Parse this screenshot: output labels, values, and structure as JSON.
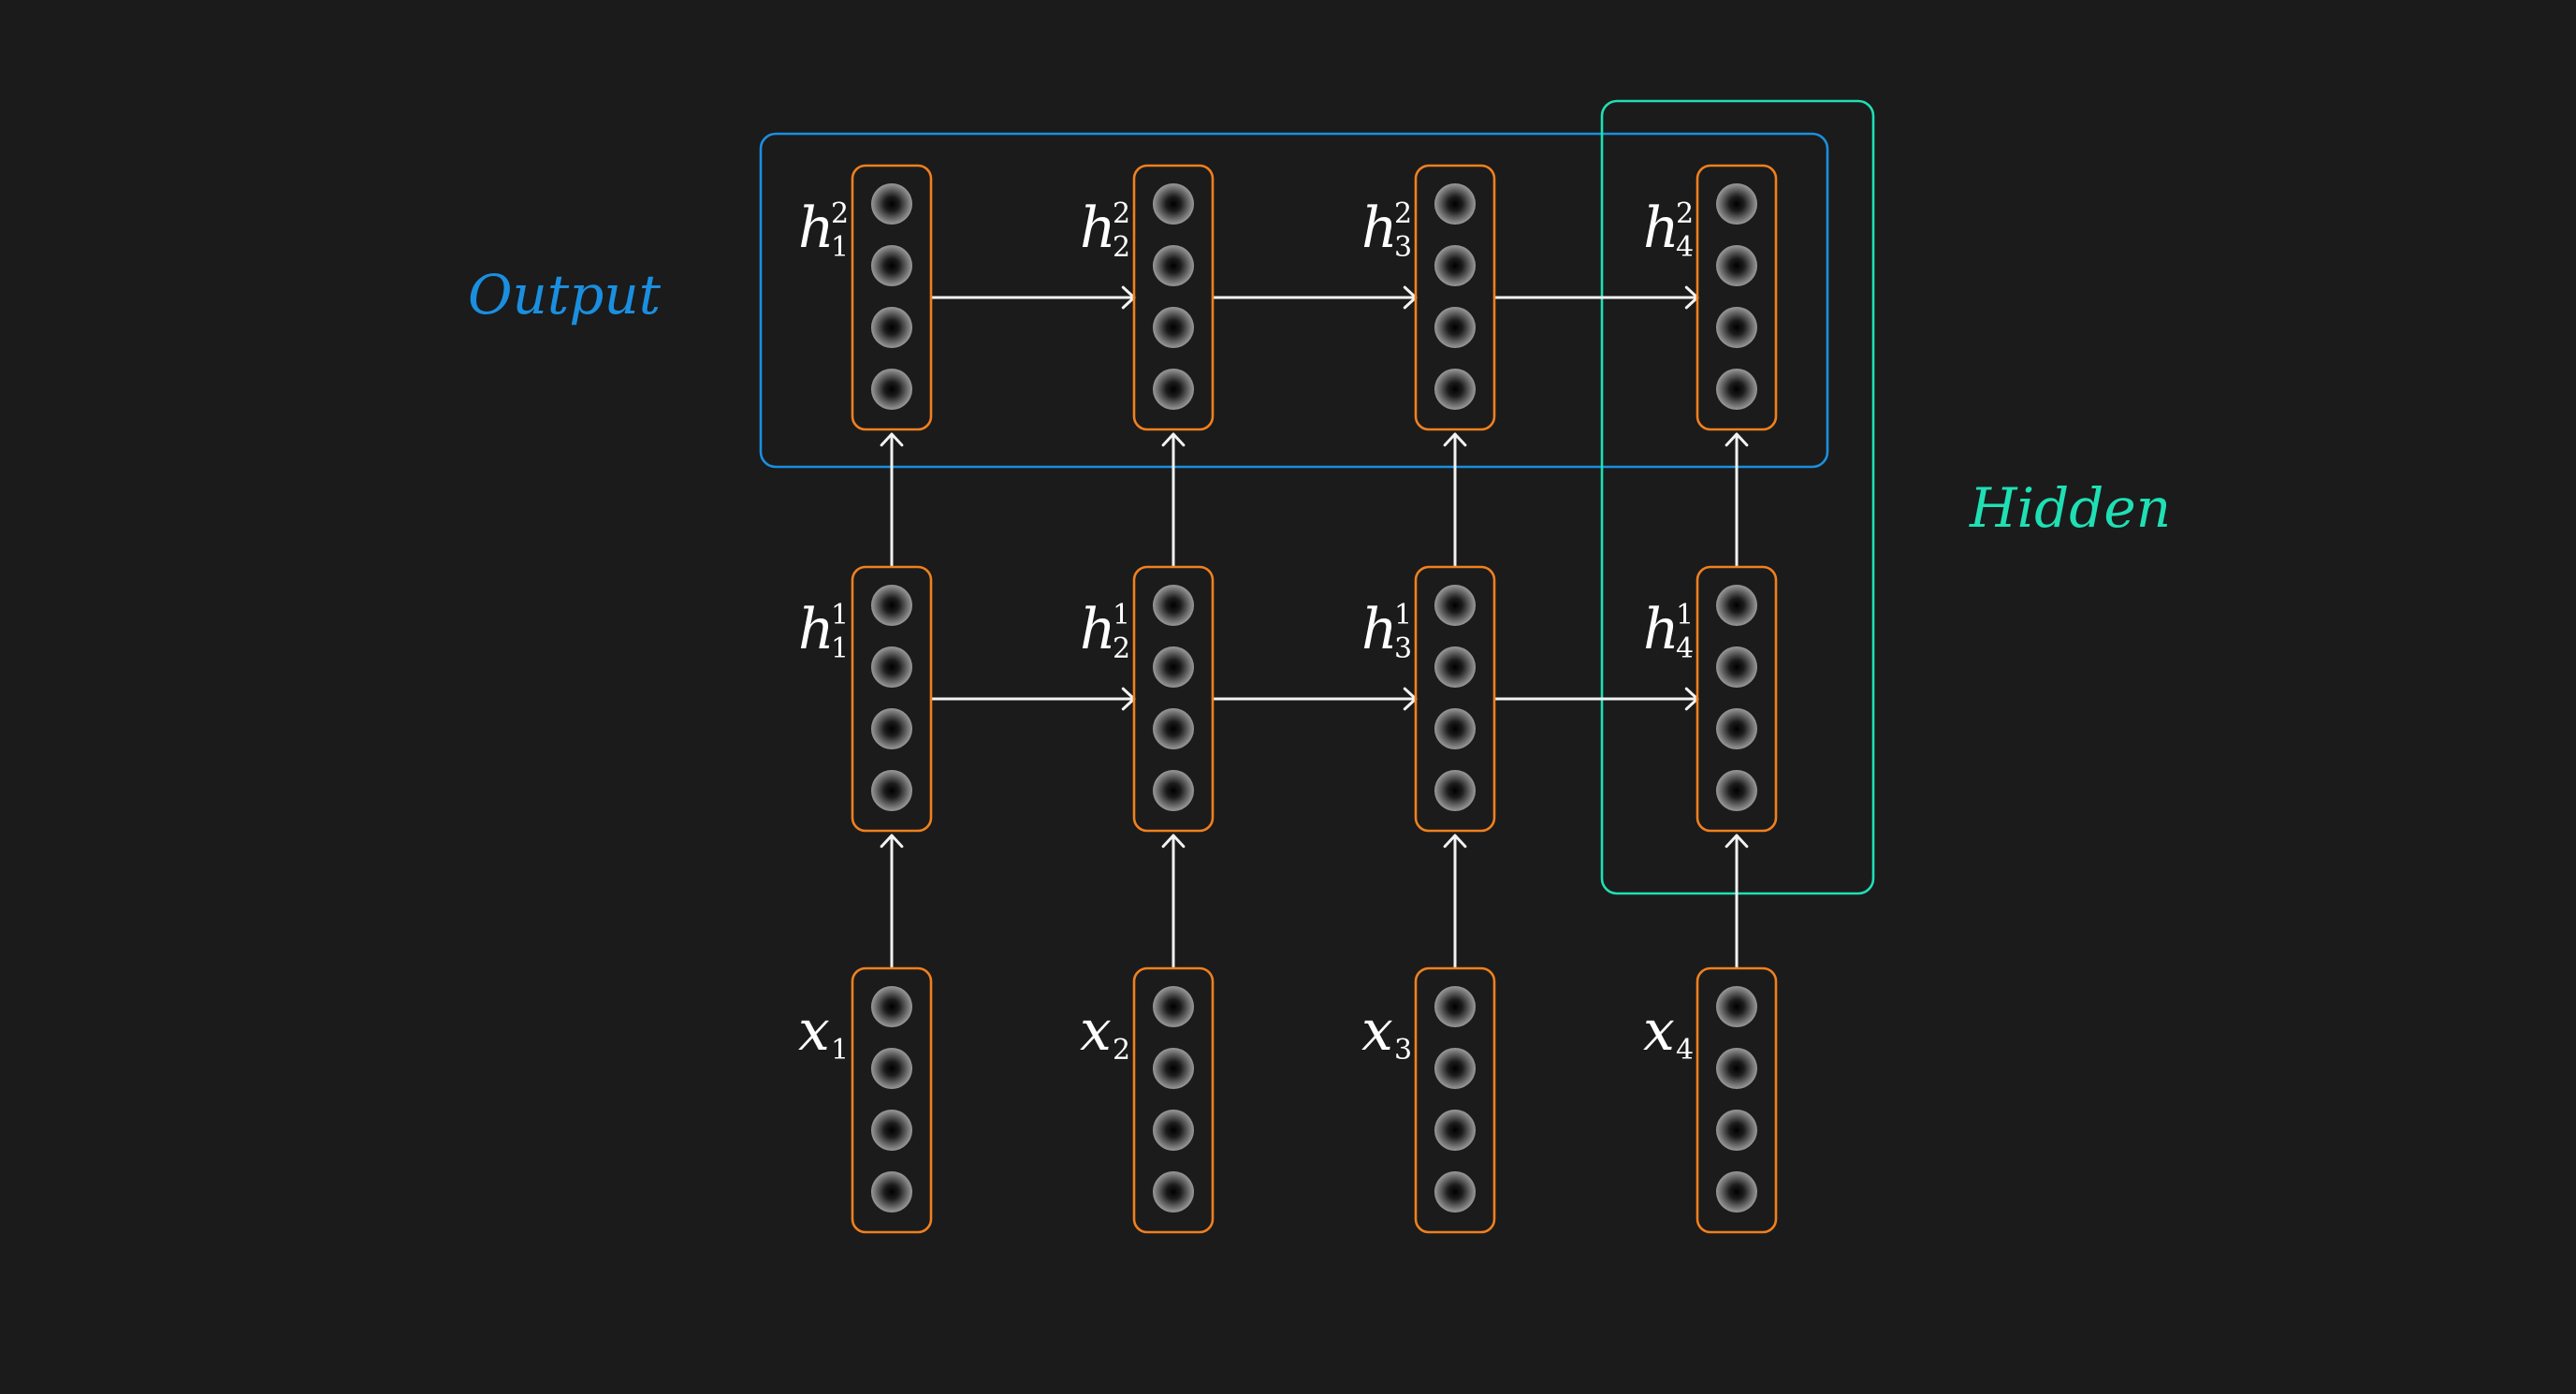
{
  "diagram": {
    "output_label": "Output",
    "hidden_label": "Hidden",
    "colors": {
      "background": "#1b1b1b",
      "vector_border": "#f0801e",
      "output_frame": "#1a8fe0",
      "hidden_frame": "#1fe0b4",
      "arrows": "#f2f2f2",
      "text": "#ffffff"
    },
    "units_per_vector": 4,
    "columns": [
      {
        "input": {
          "sym": "x",
          "sub": "1",
          "sup": ""
        },
        "layer1": {
          "sym": "h",
          "sub": "1",
          "sup": "1"
        },
        "layer2": {
          "sym": "h",
          "sub": "1",
          "sup": "2"
        }
      },
      {
        "input": {
          "sym": "x",
          "sub": "2",
          "sup": ""
        },
        "layer1": {
          "sym": "h",
          "sub": "2",
          "sup": "1"
        },
        "layer2": {
          "sym": "h",
          "sub": "2",
          "sup": "2"
        }
      },
      {
        "input": {
          "sym": "x",
          "sub": "3",
          "sup": ""
        },
        "layer1": {
          "sym": "h",
          "sub": "3",
          "sup": "1"
        },
        "layer2": {
          "sym": "h",
          "sub": "3",
          "sup": "2"
        }
      },
      {
        "input": {
          "sym": "x",
          "sub": "4",
          "sup": ""
        },
        "layer1": {
          "sym": "h",
          "sub": "4",
          "sup": "1"
        },
        "layer2": {
          "sym": "h",
          "sub": "4",
          "sup": "2"
        }
      }
    ]
  }
}
